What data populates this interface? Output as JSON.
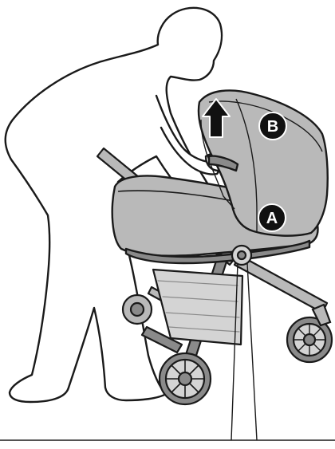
{
  "illustration": {
    "callouts": [
      {
        "id": "A",
        "label": "A"
      },
      {
        "id": "B",
        "label": "B"
      }
    ],
    "icons": [
      "up-arrow-icon"
    ],
    "colors": {
      "outline": "#1a1a1a",
      "fill_gray": "#b9b9b9",
      "fill_dark": "#8a8a8a",
      "fill_light": "#d4d4d4",
      "badge": "#111111",
      "badge_text": "#ffffff",
      "background": "#ffffff"
    }
  }
}
